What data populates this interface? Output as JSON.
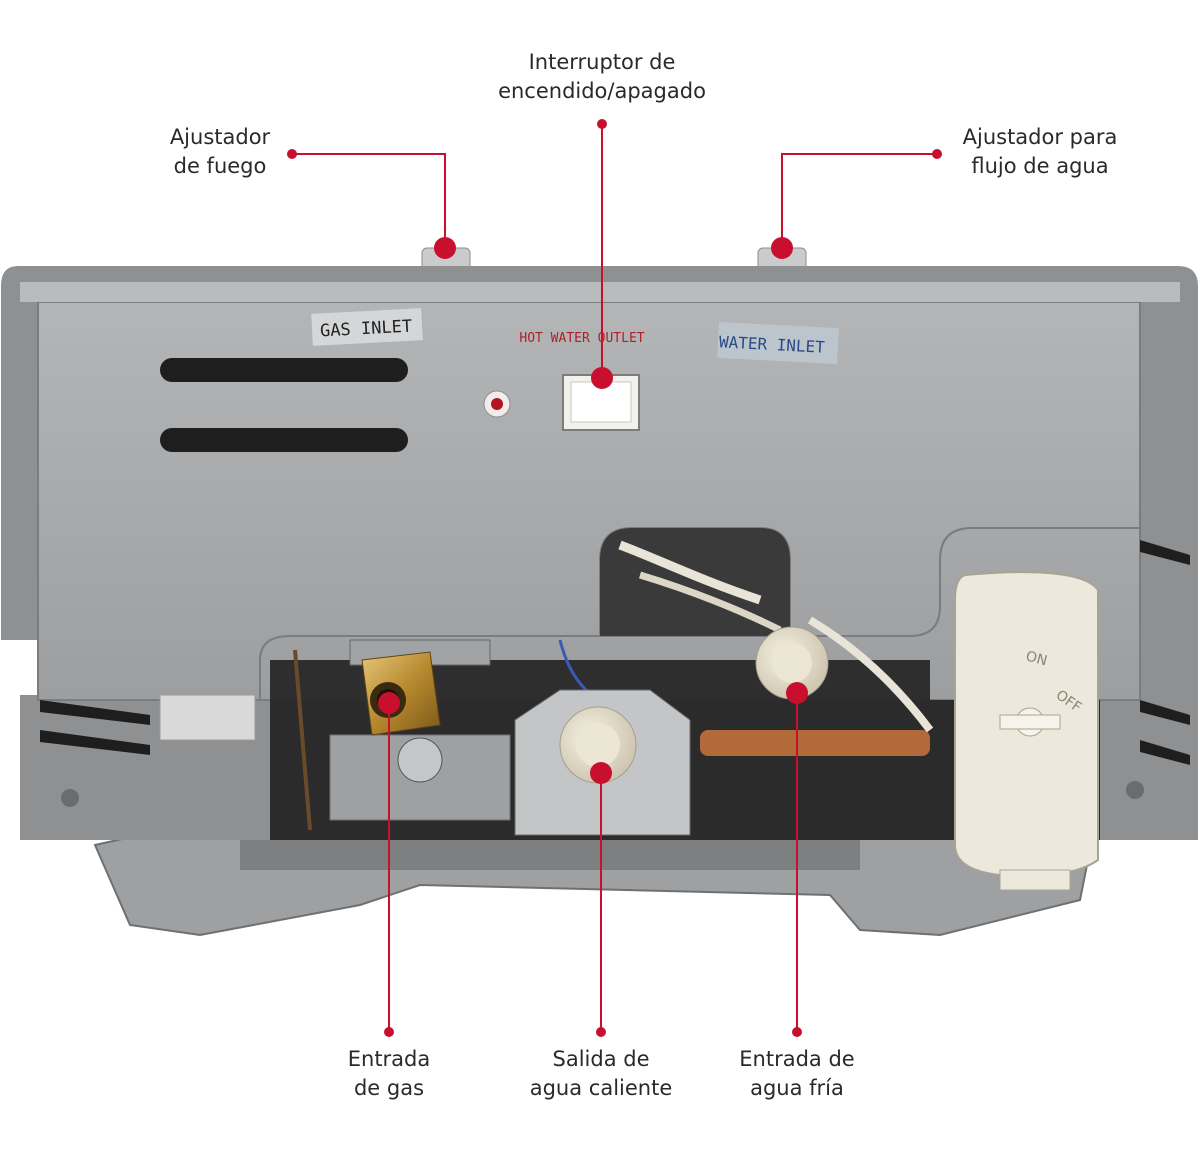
{
  "callouts": {
    "power_switch": {
      "line1": "Interruptor de",
      "line2": "encendido/apagado"
    },
    "fire_adjuster": {
      "line1": "Ajustador",
      "line2": "de fuego"
    },
    "water_flow_adjuster": {
      "line1": "Ajustador para",
      "line2": "flujo de agua"
    },
    "gas_inlet": {
      "line1": "Entrada",
      "line2": "de gas"
    },
    "hot_water_outlet": {
      "line1": "Salida de",
      "line2": "agua caliente"
    },
    "cold_water_inlet": {
      "line1": "Entrada de",
      "line2": "agua fría"
    }
  },
  "device_labels": {
    "gas_inlet": "GAS INLET",
    "hot_water_outlet": "HOT WATER OUTLET",
    "water_inlet": "WATER INLET",
    "knob_on": "ON",
    "knob_off": "OFF"
  },
  "colors": {
    "accent": "#c8102e",
    "casing": "#a7a9ab",
    "casing_dark": "#8a8c8e",
    "interior": "#2b2b2b"
  }
}
